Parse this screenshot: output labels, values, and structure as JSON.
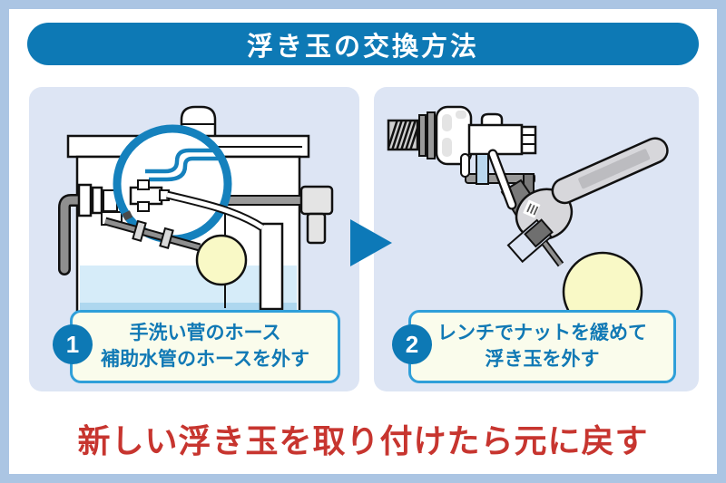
{
  "title": "浮き玉の交換方法",
  "steps": [
    {
      "number": "1",
      "line1": "手洗い菅のホース",
      "line2": "補助水管のホースを外す"
    },
    {
      "number": "2",
      "line1": "レンチでナットを緩めて",
      "line2": "浮き玉を外す"
    }
  ],
  "footer": "新しい浮き玉を取り付けたら元に戻す",
  "colors": {
    "frame_border": "#abc5e3",
    "primary_blue": "#0d79b5",
    "magnifier_blue": "#1581bd",
    "caption_border": "#2f9fd9",
    "caption_bg": "#fafcec",
    "caption_text": "#1179b5",
    "panel_bg": "#dde5f4",
    "footer_red": "#c7352f",
    "float_ball_yellow": "#f9f9c6",
    "water_blue": "#d6ecf9"
  },
  "illustrations": {
    "panel1": "toilet-tank-with-magnifier-on-hose-connection",
    "panel2": "wrench-loosening-float-ball-nut-on-fill-valve"
  }
}
